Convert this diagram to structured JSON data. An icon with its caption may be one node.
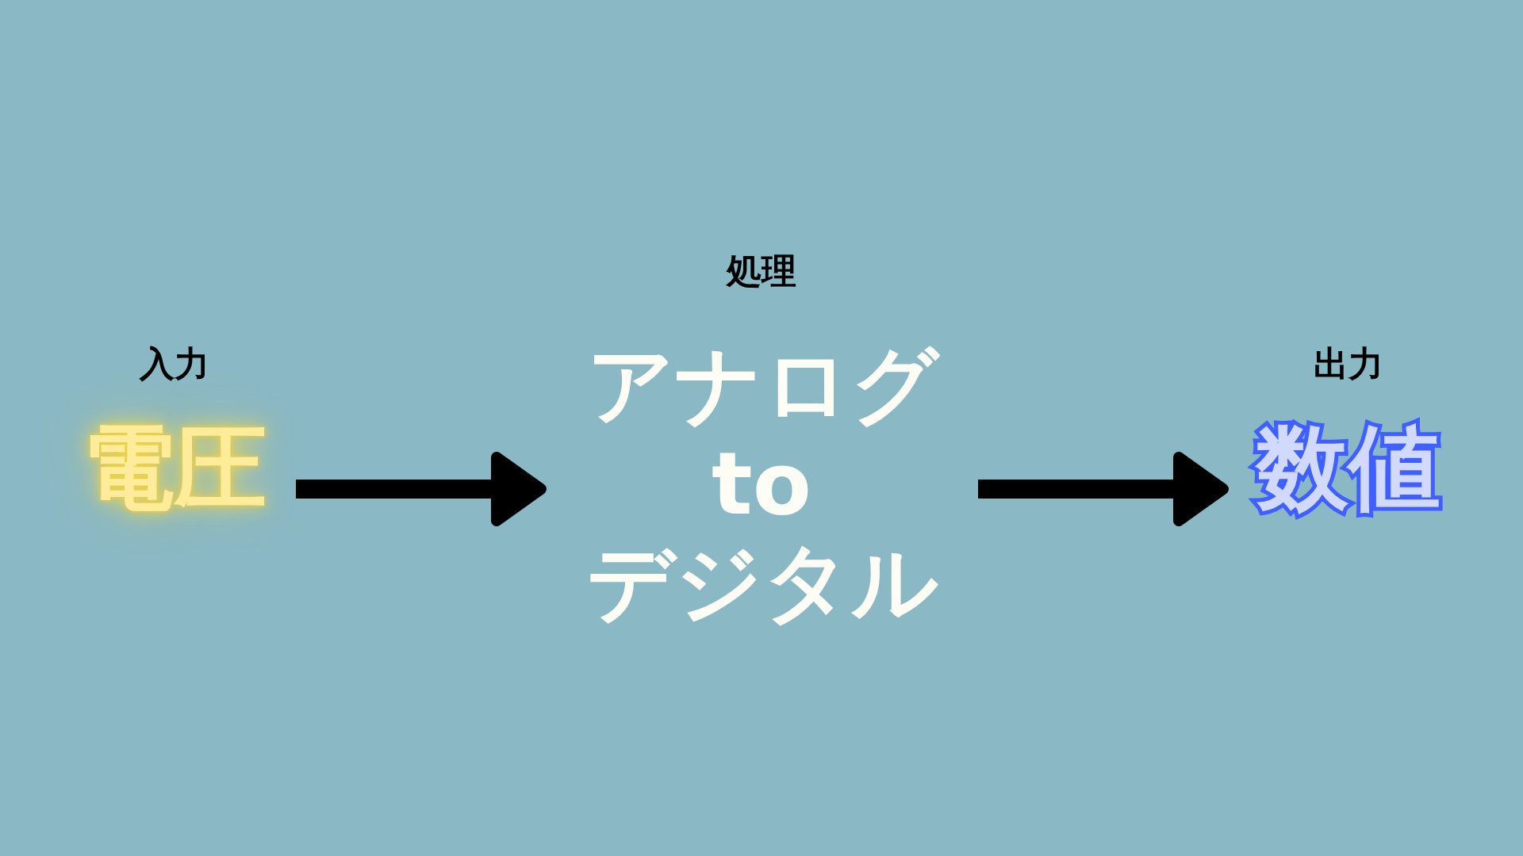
{
  "diagram": {
    "nodes": [
      {
        "text": [
          "入力",
          "電圧"
        ]
      },
      {
        "text": [
          "処理",
          "アナログ to デジタル"
        ]
      },
      {
        "text": [
          "出力",
          "数値"
        ]
      }
    ],
    "edges": [
      {
        "from": 0,
        "to": 1,
        "arrow": "to"
      },
      {
        "from": 1,
        "to": 2,
        "arrow": "to"
      }
    ]
  }
}
